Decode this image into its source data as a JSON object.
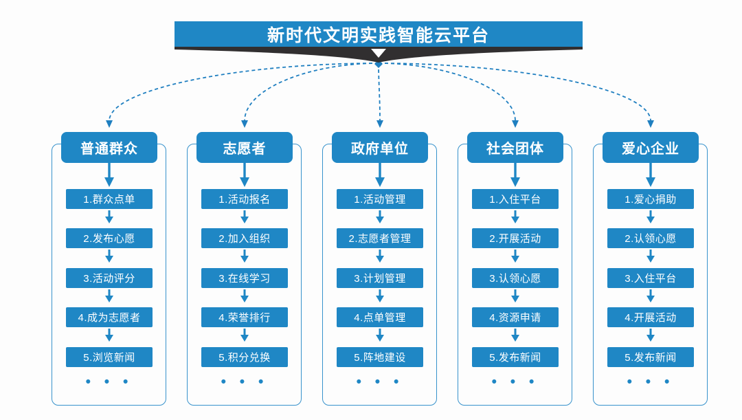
{
  "title_banner": {
    "text": "新时代文明实践智能云平台"
  },
  "columns": [
    {
      "header": "普通群众",
      "steps": [
        "1.群众点单",
        "2.发布心愿",
        "3.活动评分",
        "4.成为志愿者",
        "5.浏览新闻"
      ]
    },
    {
      "header": "志愿者",
      "steps": [
        "1.活动报名",
        "2.加入组织",
        "3.在线学习",
        "4.荣誉排行",
        "5.积分兑换"
      ]
    },
    {
      "header": "政府单位",
      "steps": [
        "1.活动管理",
        "2.志愿者管理",
        "3.计划管理",
        "4.点单管理",
        "5.阵地建设"
      ]
    },
    {
      "header": "社会团体",
      "steps": [
        "1.入住平台",
        "2.开展活动",
        "3.认领心愿",
        "4.资源申请",
        "5.发布新闻"
      ]
    },
    {
      "header": "爱心企业",
      "steps": [
        "1.爱心捐助",
        "2.认领心愿",
        "3.入住平台",
        "4.开展活动",
        "5.发布新闻"
      ]
    }
  ],
  "more_indicator": "• • •",
  "colors": {
    "primary_blue": "#1f87c5",
    "frame_border_blue": "#3792cc",
    "connector_dash_blue": "#1f7fc0",
    "ribbon_dark": "#312f30",
    "text_on_blue": "#ffffff",
    "background": "#fdfdfd"
  }
}
